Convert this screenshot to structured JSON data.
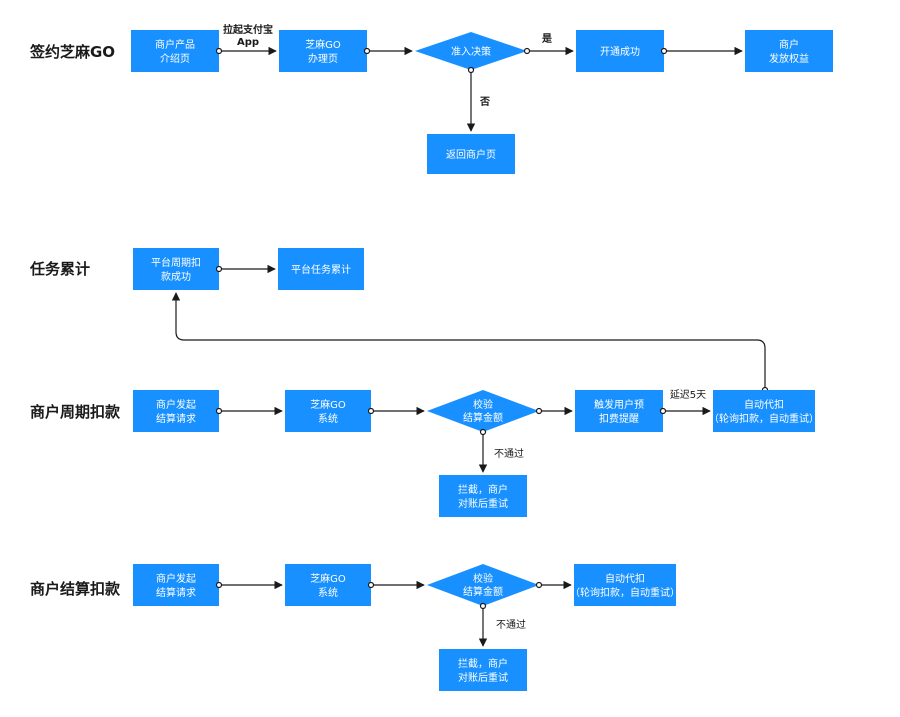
{
  "sections": {
    "signup": "签约芝麻GO",
    "task": "任务累计",
    "periodic": "商户周期扣款",
    "settlement": "商户结算扣款"
  },
  "nodes": {
    "s1_intro": [
      "商户产品",
      "介绍页"
    ],
    "s1_zhima": [
      "芝麻GO",
      "办理页"
    ],
    "s1_decision": [
      "准入决策"
    ],
    "s1_success": [
      "开通成功"
    ],
    "s1_rights": [
      "商户",
      "发放权益"
    ],
    "s1_return": [
      "返回商户页"
    ],
    "s2_deduct": [
      "平台周期扣",
      "款成功"
    ],
    "s2_accum": [
      "平台任务累计"
    ],
    "s3_request": [
      "商户发起",
      "结算请求"
    ],
    "s3_system": [
      "芝麻GO",
      "系统"
    ],
    "s3_verify": [
      "校验",
      "结算金额"
    ],
    "s3_remind": [
      "触发用户预",
      "扣费提醒"
    ],
    "s3_auto": [
      "自动代扣",
      "（轮询扣款，自动重试）"
    ],
    "s3_block": [
      "拦截，商户",
      "对账后重试"
    ],
    "s4_request": [
      "商户发起",
      "结算请求"
    ],
    "s4_system": [
      "芝麻GO",
      "系统"
    ],
    "s4_verify": [
      "校验",
      "结算金额"
    ],
    "s4_auto": [
      "自动代扣",
      "（轮询扣款，自动重试）"
    ],
    "s4_block": [
      "拦截，商户",
      "对账后重试"
    ]
  },
  "edge_labels": {
    "pull_alipay": [
      "拉起支付宝",
      "App"
    ],
    "yes": "是",
    "no": "否",
    "delay": "延迟5天",
    "fail3": "不通过",
    "fail4": "不通过"
  },
  "colors": {
    "box": "#1890ff",
    "line": "#1a1a1a"
  }
}
